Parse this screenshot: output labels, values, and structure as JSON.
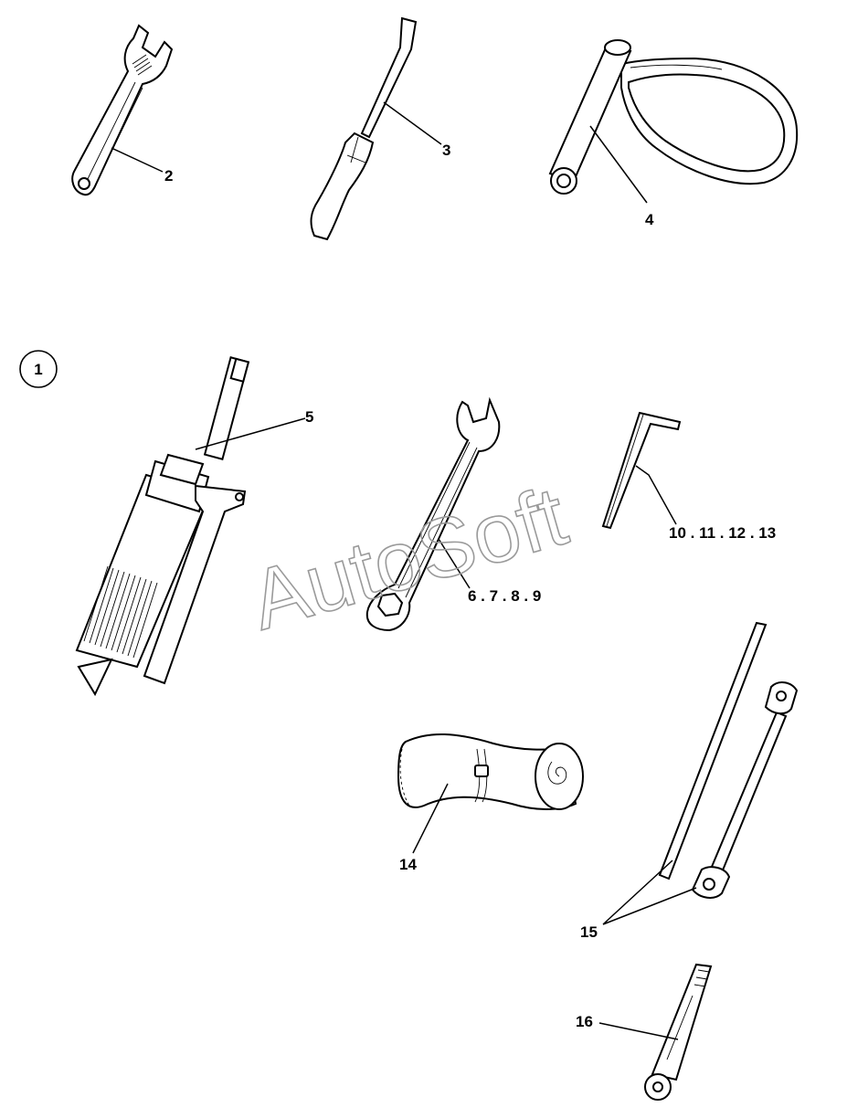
{
  "figure": {
    "group_label": "1",
    "watermark": "AutoSoft",
    "callouts": [
      {
        "id": "c2",
        "text": "2"
      },
      {
        "id": "c3",
        "text": "3"
      },
      {
        "id": "c4",
        "text": "4"
      },
      {
        "id": "c5",
        "text": "5"
      },
      {
        "id": "c6",
        "text": "6 . 7 . 8 . 9"
      },
      {
        "id": "c10",
        "text": "10 . 11 . 12 . 13"
      },
      {
        "id": "c14",
        "text": "14"
      },
      {
        "id": "c15",
        "text": "15"
      },
      {
        "id": "c16",
        "text": "16"
      }
    ]
  },
  "colors": {
    "ink": "#000000",
    "paper": "#ffffff",
    "watermark": "#9a9a9a"
  },
  "icons": [
    "adjustable-wrench-icon",
    "screwdriver-icon",
    "strap-wrench-icon",
    "grease-gun-icon",
    "combination-wrench-icon",
    "hex-key-icon",
    "tool-roll-bag-icon",
    "tommy-bar-box-spanner-icon",
    "spark-plug-spanner-icon"
  ]
}
